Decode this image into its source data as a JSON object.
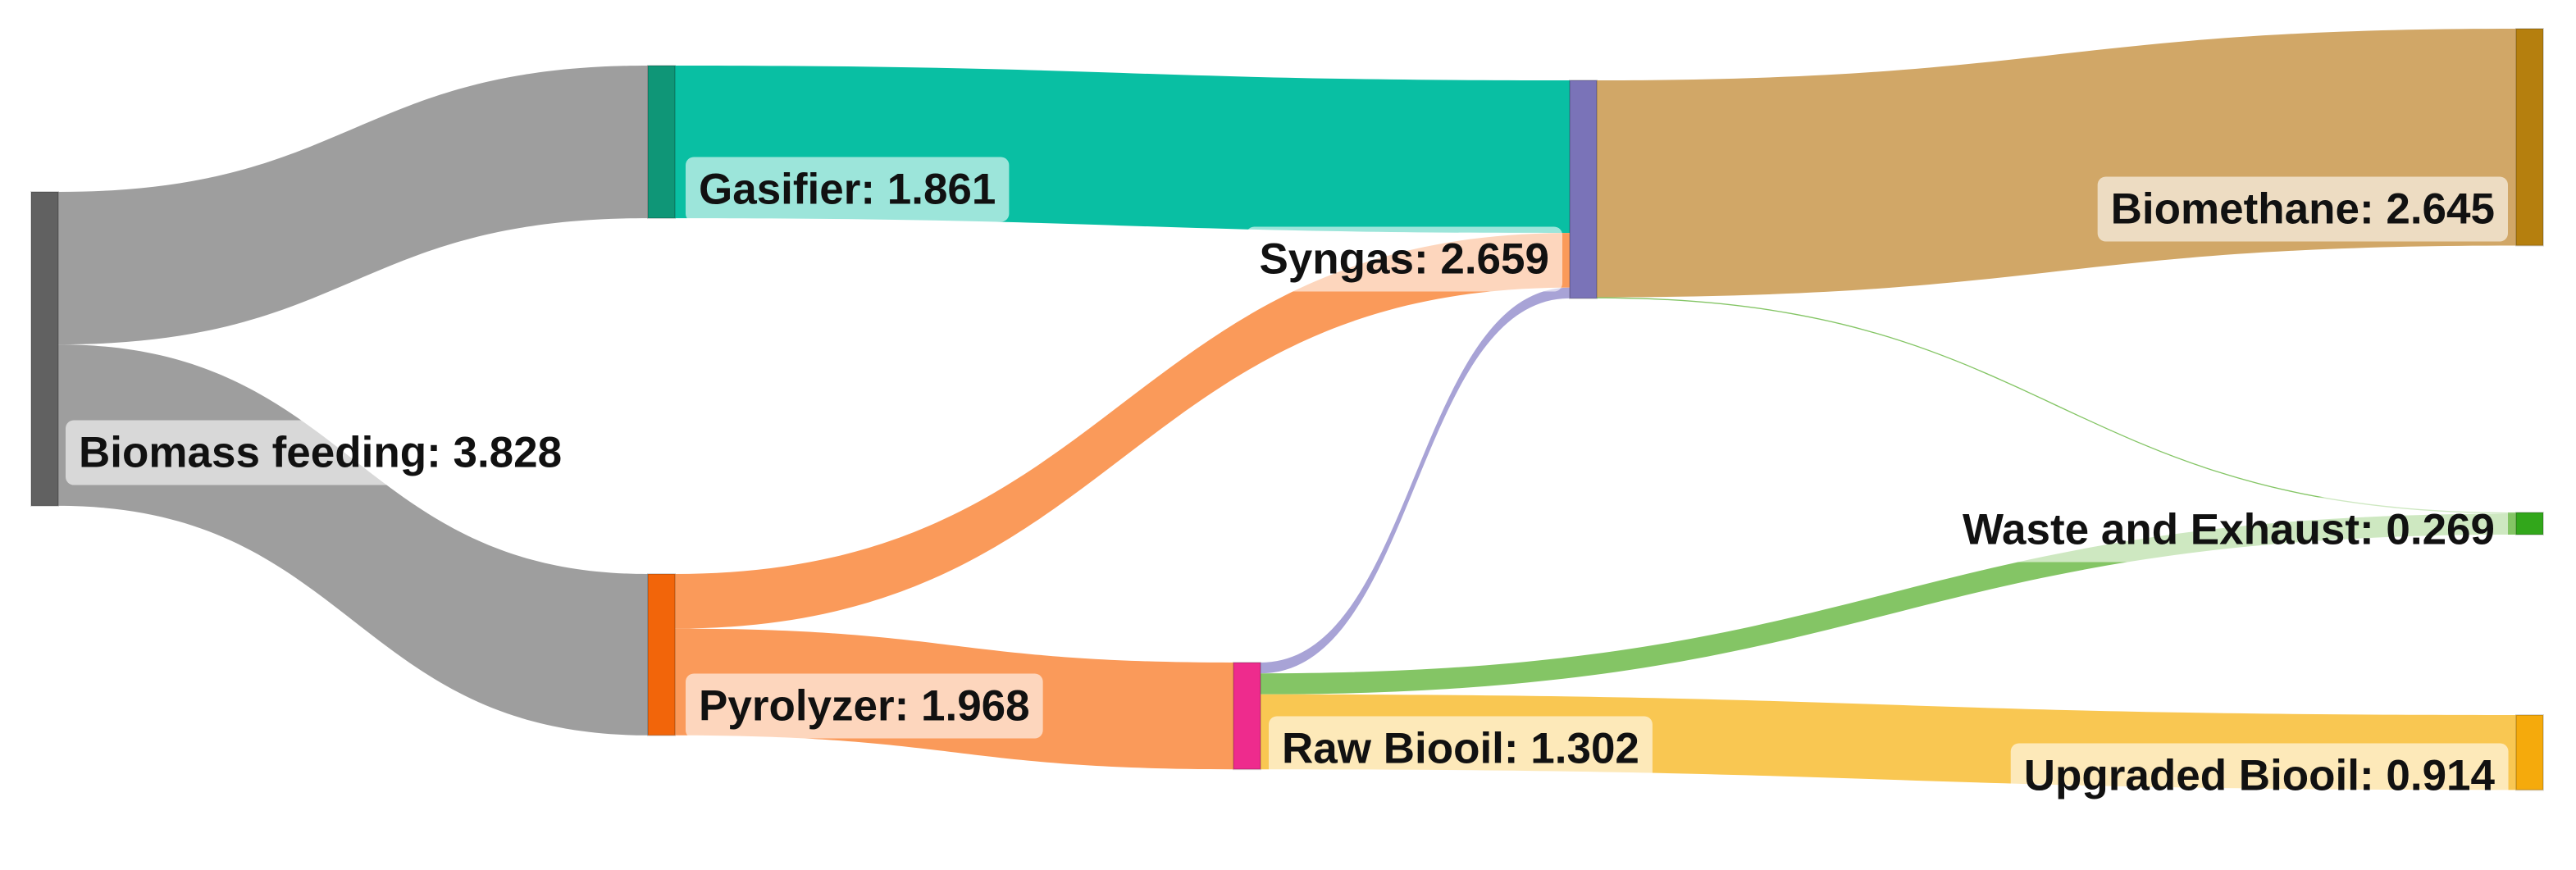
{
  "chart_data": {
    "type": "sankey",
    "nodes": [
      {
        "id": "biomass",
        "label": "Biomass feeding: 3.828",
        "color": "#616161"
      },
      {
        "id": "gasifier",
        "label": "Gasifier: 1.861",
        "color": "#0f9677"
      },
      {
        "id": "pyrolyzer",
        "label": "Pyrolyzer: 1.968",
        "color": "#f2650a"
      },
      {
        "id": "syngas",
        "label": "Syngas: 2.659",
        "color": "#7a73b8"
      },
      {
        "id": "raw_biooil",
        "label": "Raw Biooil: 1.302",
        "color": "#ee2b8d"
      },
      {
        "id": "biomethane",
        "label": "Biomethane: 2.645",
        "color": "#b57f0e"
      },
      {
        "id": "waste",
        "label": "Waste and Exhaust: 0.269",
        "color": "#32a71b"
      },
      {
        "id": "upgraded_biooil",
        "label": "Upgraded Biooil: 0.914",
        "color": "#f5aa0c"
      }
    ],
    "links": [
      {
        "source": "biomass",
        "target": "gasifier",
        "value": 1.861,
        "color": "#9e9e9e"
      },
      {
        "source": "biomass",
        "target": "pyrolyzer",
        "value": 1.968,
        "color": "#9e9e9e"
      },
      {
        "source": "gasifier",
        "target": "syngas",
        "value": 1.861,
        "color": "#09bfa3"
      },
      {
        "source": "pyrolyzer",
        "target": "syngas",
        "value": 0.666,
        "color": "#fa9a5a"
      },
      {
        "source": "pyrolyzer",
        "target": "raw_biooil",
        "value": 1.302,
        "color": "#fa9a5a"
      },
      {
        "source": "raw_biooil",
        "target": "syngas",
        "value": 0.132,
        "color": "#a8a3d6"
      },
      {
        "source": "raw_biooil",
        "target": "waste",
        "value": 0.256,
        "color": "#84c565"
      },
      {
        "source": "raw_biooil",
        "target": "upgraded_biooil",
        "value": 0.914,
        "color": "#f9c752"
      },
      {
        "source": "syngas",
        "target": "biomethane",
        "value": 2.645,
        "color": "#d1a767"
      },
      {
        "source": "syngas",
        "target": "waste",
        "value": 0.014,
        "color": "#84c565"
      }
    ]
  }
}
